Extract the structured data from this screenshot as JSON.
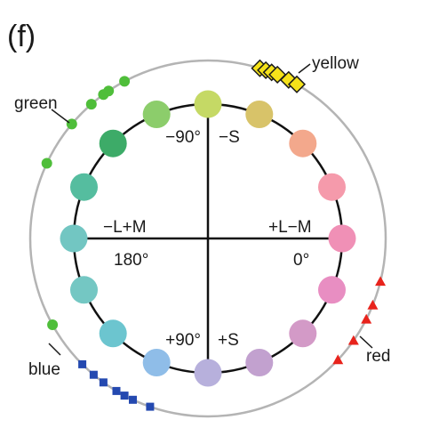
{
  "panel_label": "(f)",
  "axis_labels": {
    "neg_s_angle": "−90°",
    "neg_s": "−S",
    "pos_s_angle": "+90°",
    "pos_s": "+S",
    "neg_lm": "−L+M",
    "neg_lm_angle": "180°",
    "pos_lm": "+L−M",
    "pos_lm_angle": "0°"
  },
  "category_labels": {
    "yellow": "yellow",
    "green": "green",
    "blue": "blue",
    "red": "red"
  },
  "colors": {
    "outer_ring": "#b4b4b4",
    "inner_ring": "#111111",
    "axes": "#111111",
    "yellow_marker": "#f5e21a",
    "green_marker": "#4fbe3a",
    "blue_marker": "#2449b0",
    "red_marker": "#e8231c"
  },
  "hue_disks": [
    {
      "angle_deg": -90,
      "color": "#c5d965"
    },
    {
      "angle_deg": -67.5,
      "color": "#d8c369"
    },
    {
      "angle_deg": -45,
      "color": "#f3a88c"
    },
    {
      "angle_deg": -22.5,
      "color": "#f59aab"
    },
    {
      "angle_deg": 0,
      "color": "#f090b6"
    },
    {
      "angle_deg": 22.5,
      "color": "#e88ec2"
    },
    {
      "angle_deg": 45,
      "color": "#d39ac7"
    },
    {
      "angle_deg": 67.5,
      "color": "#c2a1cf"
    },
    {
      "angle_deg": 90,
      "color": "#b7b0dc"
    },
    {
      "angle_deg": 112.5,
      "color": "#8fbde8"
    },
    {
      "angle_deg": 135,
      "color": "#6cc5cf"
    },
    {
      "angle_deg": 157.5,
      "color": "#74c7c3"
    },
    {
      "angle_deg": 180,
      "color": "#72c6c2"
    },
    {
      "angle_deg": 202.5,
      "color": "#55bd9f"
    },
    {
      "angle_deg": 225,
      "color": "#3dab68"
    },
    {
      "angle_deg": 247.5,
      "color": "#8ccd6b"
    }
  ],
  "markers": {
    "yellow_angles_deg": [
      -73,
      -71,
      -69,
      -67,
      -63,
      -60
    ],
    "green_angles_deg": [
      -118,
      -124,
      -126,
      -131,
      -140,
      -155,
      -209
    ],
    "blue_angles_deg": [
      135,
      130,
      126,
      121,
      118,
      115,
      109
    ],
    "red_angles_deg": [
      14,
      22,
      27,
      35,
      43
    ]
  }
}
